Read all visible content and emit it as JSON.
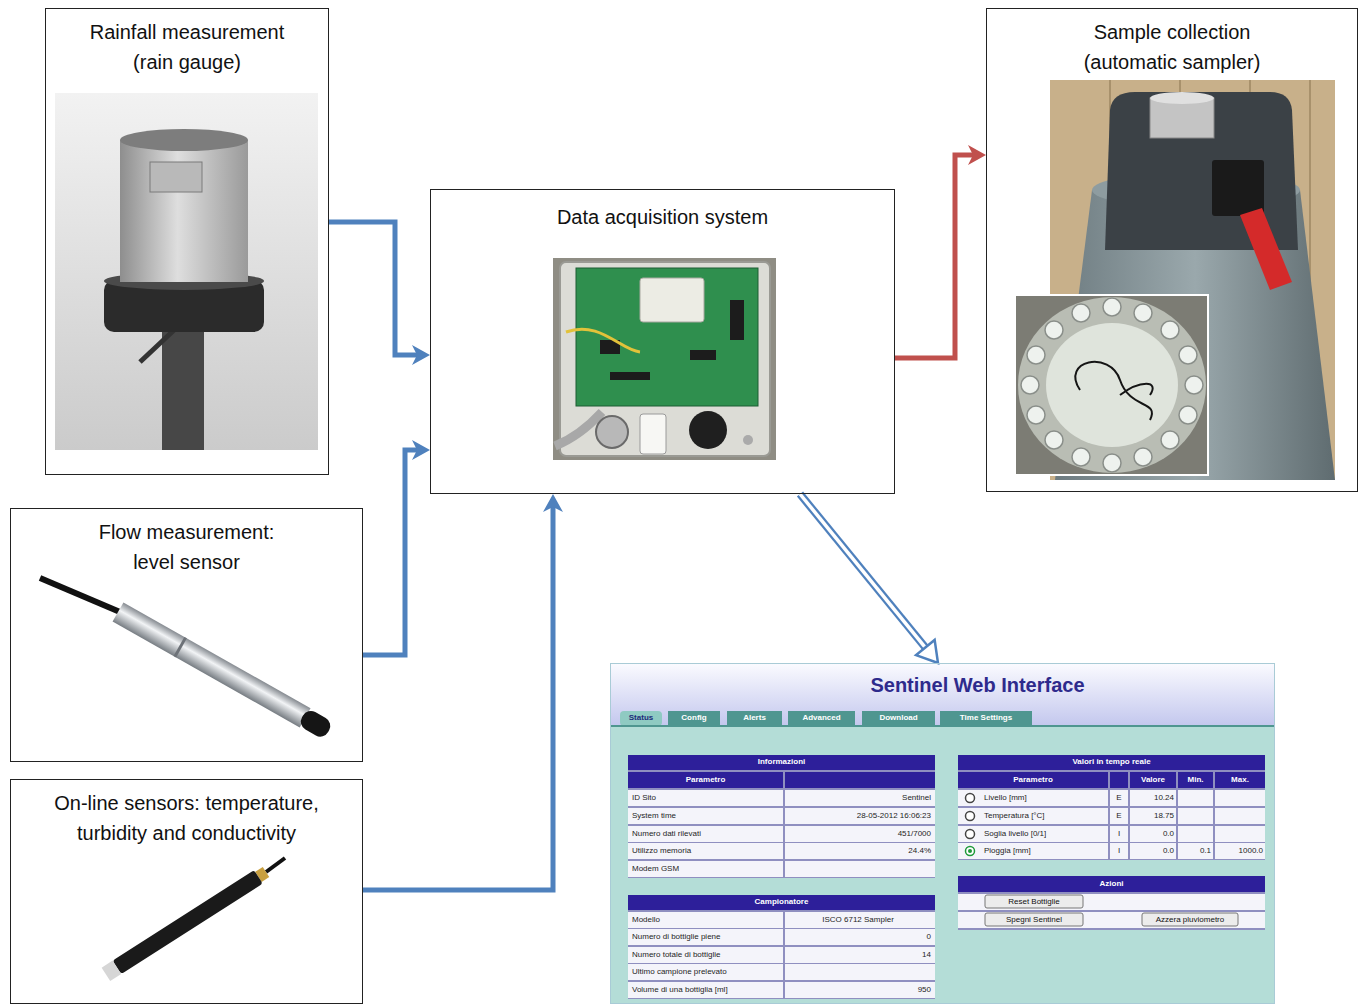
{
  "diagram": {
    "nodes": [
      {
        "text": [
          "Rainfall measurement (rain gauge)"
        ]
      },
      {
        "text": [
          "Data acquisition system"
        ]
      },
      {
        "text": [
          "Sample collection (automatic sampler)"
        ]
      },
      {
        "text": [
          "Flow measurement: level sensor"
        ]
      },
      {
        "text": [
          "On-line sensors: temperature, turbidity and conductivity"
        ]
      },
      {
        "text": [
          "Sentinel Web Interface"
        ]
      }
    ],
    "edges": [
      {
        "from": 0,
        "to": 1,
        "arrow": "to"
      },
      {
        "from": 3,
        "to": 1,
        "arrow": "to"
      },
      {
        "from": 4,
        "to": 1,
        "arrow": "to"
      },
      {
        "from": 1,
        "to": 2,
        "arrow": "to"
      },
      {
        "from": 1,
        "to": 5,
        "arrow": "to"
      }
    ],
    "labels": [
      "Status",
      "Config",
      "Alerts",
      "Advanced",
      "Download",
      "Time Settings",
      "Informazioni",
      "Parametro",
      "ID Sito",
      "Sentinel",
      "System time",
      "28-05-2012 16:06:23",
      "Numero dati rilevati",
      "451/7000",
      "Utilizzo memoria",
      "24.4%",
      "Modem GSM",
      "Campionatore",
      "Modello",
      "ISCO 6712 Sampler",
      "Numero di bottiglie piene",
      "0",
      "Numero totale di bottiglie",
      "14",
      "Ultimo campione prelevato",
      "Volume di una bottiglia [ml]",
      "950",
      "Valori in tempo reale",
      "Parametro",
      "Valore",
      "Min.",
      "Max.",
      "Livello [mm]",
      "E",
      "10.24",
      "Temperatura [°C]",
      "E",
      "18.75",
      "Soglia livello [0/1]",
      "I",
      "0.0",
      "Pioggia [mm]",
      "I",
      "0.0",
      "0.1",
      "1000.0",
      "Azioni",
      "Reset Bottiglie",
      "Spegni Sentinel",
      "Azzera pluviometro"
    ]
  }
}
